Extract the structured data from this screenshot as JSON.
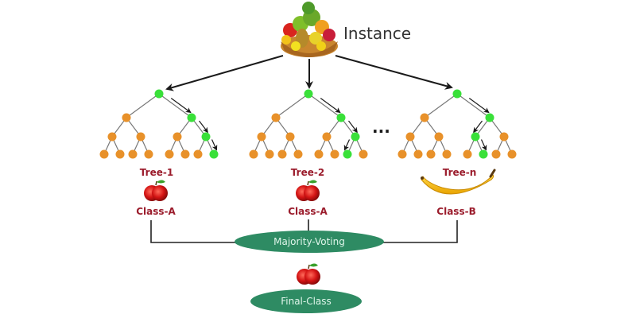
{
  "instance": {
    "label": "Instance",
    "icon": "fruit-basket-icon"
  },
  "trees": [
    {
      "label": "Tree-1",
      "class_label": "Class-A",
      "class_icon": "apple-icon",
      "decision_path": [
        "right",
        "right",
        "right"
      ]
    },
    {
      "label": "Tree-2",
      "class_label": "Class-A",
      "class_icon": "apple-icon",
      "decision_path": [
        "right",
        "right",
        "left"
      ]
    },
    {
      "label": "Tree-n",
      "class_label": "Class-B",
      "class_icon": "banana-icon",
      "decision_path": [
        "right",
        "left",
        "right"
      ]
    }
  ],
  "ellipsis": "...",
  "voting": {
    "label": "Majority-Voting"
  },
  "final": {
    "label": "Final-Class",
    "icon": "apple-icon"
  },
  "colors": {
    "path_node": "#39e039",
    "other_node": "#e8912a",
    "label_text": "#9b1c2c",
    "ellipse": "#2e8b63",
    "connector": "#222222"
  }
}
